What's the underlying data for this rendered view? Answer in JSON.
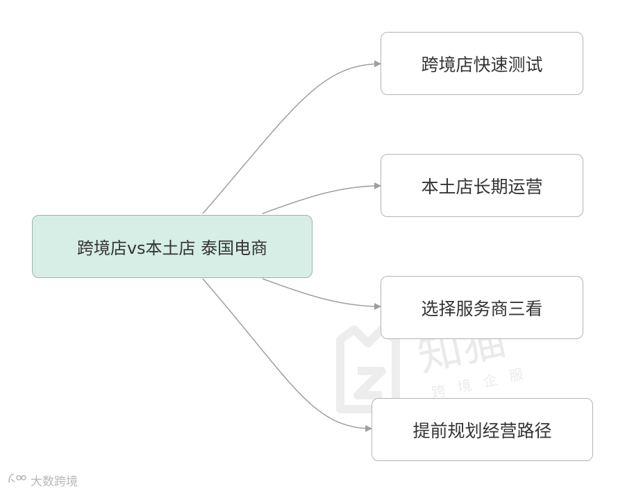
{
  "diagram": {
    "root": {
      "label": "跨境店vs本土店 泰国电商"
    },
    "branches": [
      {
        "label": "跨境店快速测试"
      },
      {
        "label": "本土店长期运营"
      },
      {
        "label": "选择服务商三看"
      },
      {
        "label": "提前规划经营路径"
      }
    ],
    "colors": {
      "root_fill": "#d6eee5",
      "node_border": "#b3b3b3",
      "edge": "#9e9e9e"
    }
  },
  "watermark": {
    "brand_text": "知猫",
    "sub_text": "跨境企服"
  },
  "footer": {
    "icon": "ks-logo-icon",
    "text": "大数跨境"
  }
}
